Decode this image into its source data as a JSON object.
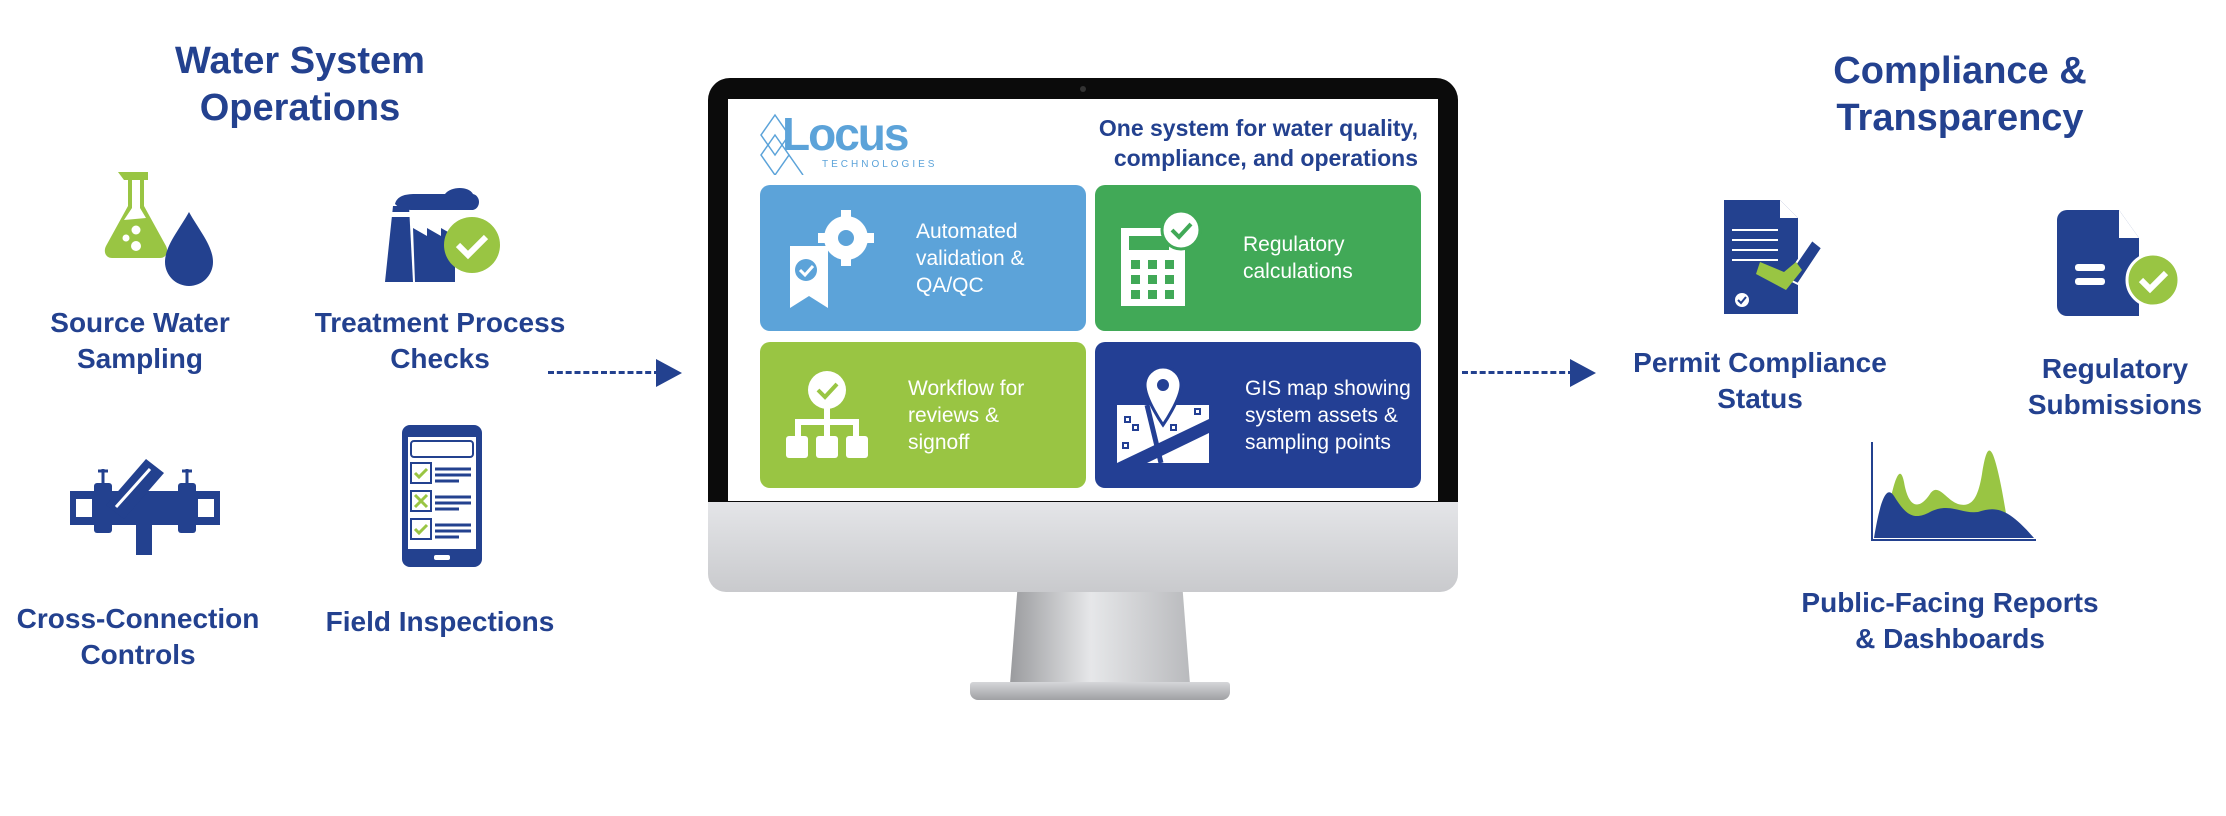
{
  "left": {
    "title": "Water System\nOperations",
    "items": [
      {
        "label": "Source Water\nSampling",
        "icon": "flask-water-drop-icon"
      },
      {
        "label": "Treatment Process\nChecks",
        "icon": "factory-check-icon"
      },
      {
        "label": "Cross-Connection\nControls",
        "icon": "backflow-valve-icon"
      },
      {
        "label": "Field Inspections",
        "icon": "tablet-checklist-icon"
      }
    ]
  },
  "monitor": {
    "logo": {
      "name": "Locus",
      "sub": "TECHNOLOGIES"
    },
    "tagline": "One system for water quality,\ncompliance, and operations",
    "tiles": [
      {
        "label": "Automated\nvalidation &\nQA/QC",
        "color": "#5ca3d9",
        "icon": "gear-ribbon-check-icon"
      },
      {
        "label": "Regulatory\ncalculations",
        "color": "#41a957",
        "icon": "calculator-check-icon"
      },
      {
        "label": "Workflow for\nreviews &\nsignoff",
        "color": "#99c543",
        "icon": "workflow-tree-icon"
      },
      {
        "label": "GIS map showing\nsystem assets &\nsampling points",
        "color": "#233f94",
        "icon": "map-pin-icon"
      }
    ]
  },
  "right": {
    "title": "Compliance &\nTransparency",
    "items": [
      {
        "label": "Permit Compliance\nStatus",
        "icon": "permit-stamp-icon"
      },
      {
        "label": "Regulatory\nSubmissions",
        "icon": "document-check-icon"
      },
      {
        "label": "Public-Facing Reports\n& Dashboards",
        "icon": "area-chart-icon"
      }
    ]
  },
  "colors": {
    "navy": "#23418f",
    "green": "#99c543",
    "blue": "#5ca3d9"
  }
}
